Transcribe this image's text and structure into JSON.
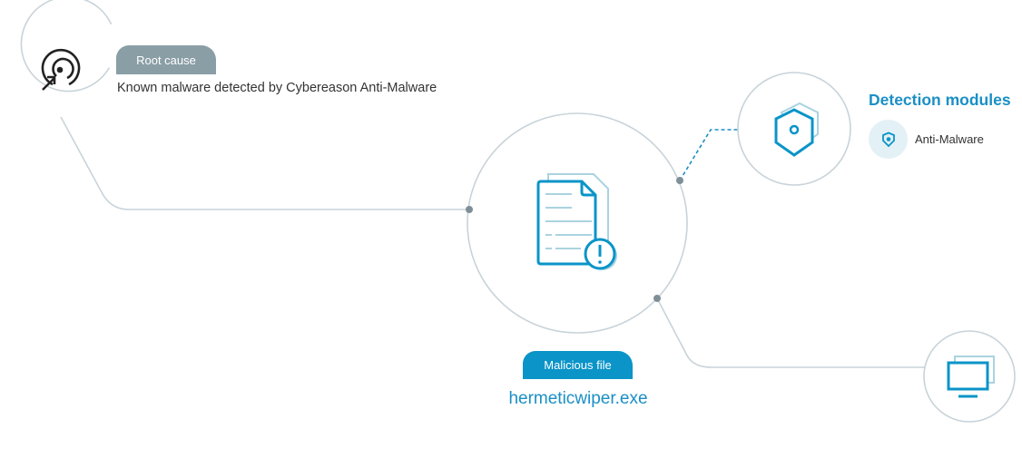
{
  "root_cause": {
    "tab_label": "Root cause",
    "description": "Known malware detected by Cybereason Anti-Malware"
  },
  "malicious_file": {
    "tab_label": "Malicious file",
    "filename": "hermeticwiper.exe"
  },
  "detection_modules": {
    "title": "Detection modules",
    "items": [
      {
        "label": "Anti-Malware",
        "icon": "biohazard-shield-icon"
      }
    ]
  },
  "colors": {
    "accent": "#0a94c8",
    "gray_tab": "#8a9ea6",
    "line": "#c8d3d9"
  }
}
